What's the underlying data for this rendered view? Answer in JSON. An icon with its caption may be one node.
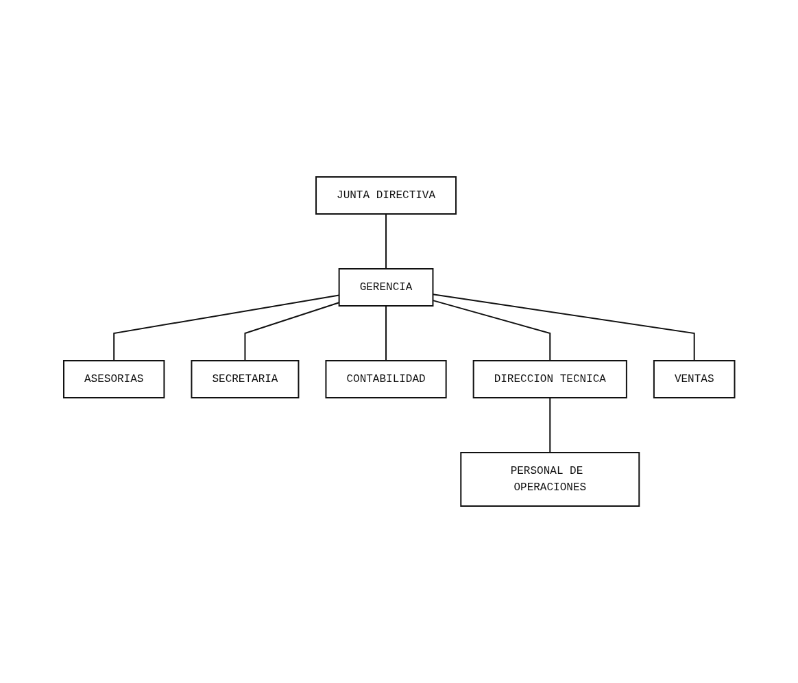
{
  "diagram": {
    "nodes": [
      {
        "text": [
          "JUNTA DIRECTIVA"
        ]
      },
      {
        "text": [
          "GERENCIA"
        ]
      },
      {
        "text": [
          "ASESORIAS"
        ]
      },
      {
        "text": [
          "SECRETARIA"
        ]
      },
      {
        "text": [
          "CONTABILIDAD"
        ]
      },
      {
        "text": [
          "DIRECCION TECNICA"
        ]
      },
      {
        "text": [
          "VENTAS"
        ]
      },
      {
        "text": [
          "PERSONAL DE OPERACIONES"
        ]
      }
    ],
    "edges": [
      {
        "from": 0,
        "to": 1,
        "arrow": "none"
      },
      {
        "from": 1,
        "to": 2,
        "arrow": "none"
      },
      {
        "from": 1,
        "to": 3,
        "arrow": "none"
      },
      {
        "from": 1,
        "to": 4,
        "arrow": "none"
      },
      {
        "from": 1,
        "to": 5,
        "arrow": "none"
      },
      {
        "from": 1,
        "to": 6,
        "arrow": "none"
      },
      {
        "from": 5,
        "to": 7,
        "arrow": "none"
      }
    ]
  }
}
